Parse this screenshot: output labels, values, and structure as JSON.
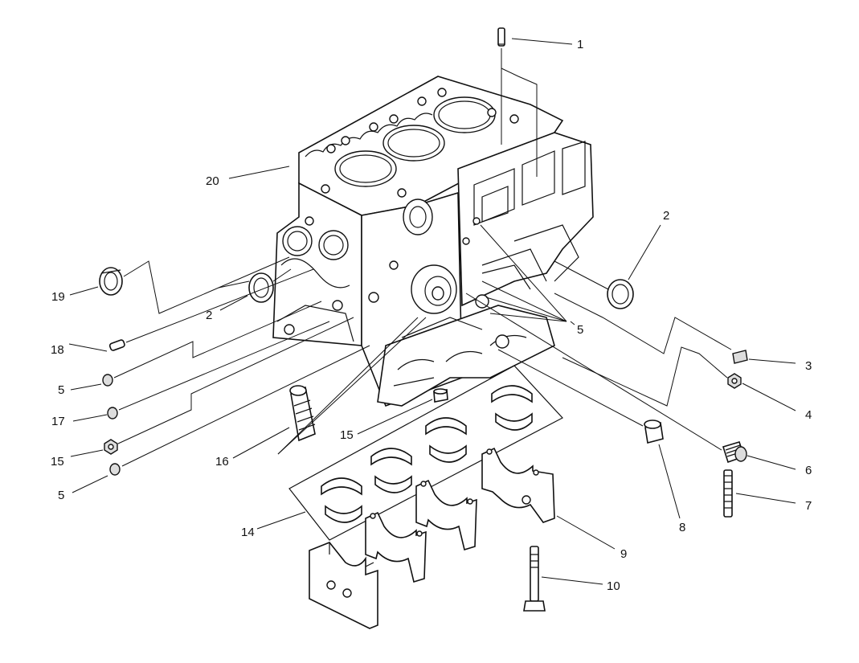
{
  "callouts": {
    "c1": "1",
    "c2a": "2",
    "c2b": "2",
    "c3": "3",
    "c4": "4",
    "c5a": "5",
    "c5b": "5",
    "c5c": "5",
    "c6": "6",
    "c7": "7",
    "c8": "8",
    "c9": "9",
    "c10": "10",
    "c14": "14",
    "c15a": "15",
    "c15b": "15",
    "c16": "16",
    "c17": "17",
    "c18": "18",
    "c19": "19",
    "c20": "20"
  }
}
